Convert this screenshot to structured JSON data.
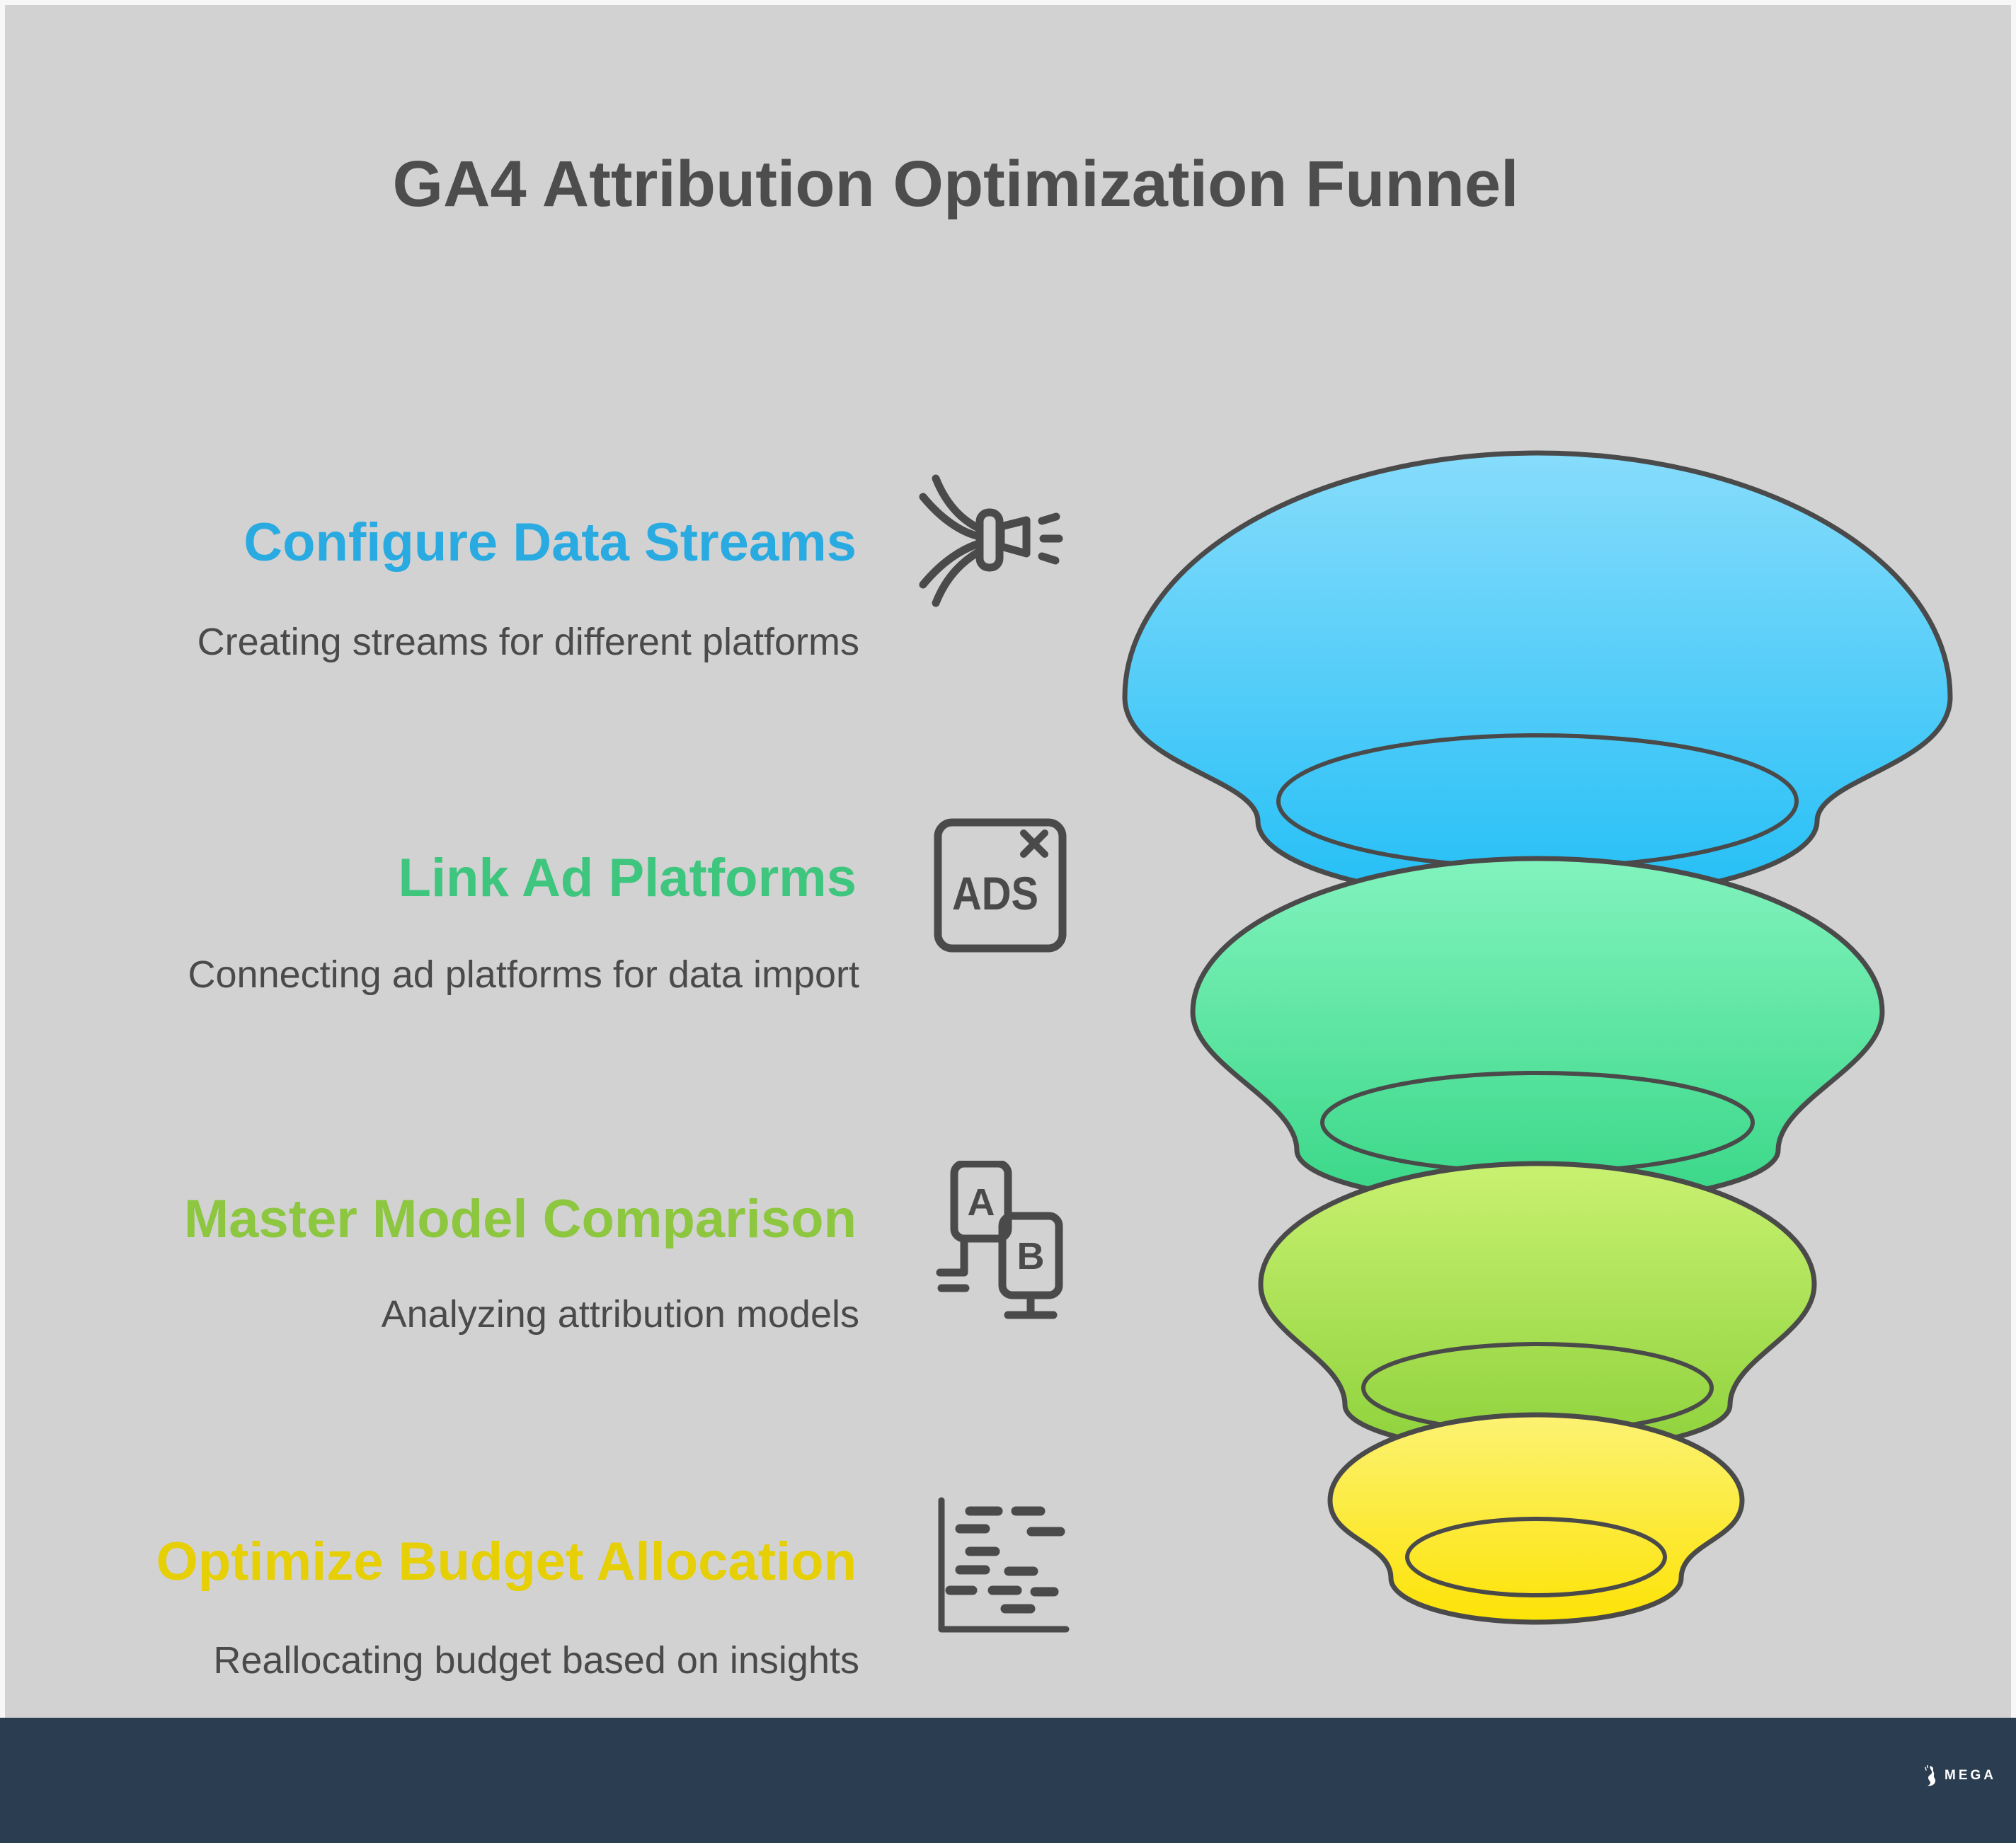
{
  "page": {
    "outer_bg": "#F7F7F8",
    "panel_bg": "#D2D2D2",
    "title": "GA4 Attribution Optimization Funnel",
    "title_color": "#4D4D4D"
  },
  "sections": [
    {
      "id": "configure-data-streams",
      "title": "Configure Data Streams",
      "subtitle": "Creating streams for different platforms",
      "accent": "#29ABE2",
      "icon": "data-streams-icon"
    },
    {
      "id": "link-ad-platforms",
      "title": "Link Ad Platforms",
      "subtitle": "Connecting ad platforms for data import",
      "accent": "#3EC57E",
      "icon": "ads-icon",
      "icon_text": "ADS"
    },
    {
      "id": "master-model-comparison",
      "title": "Master Model Comparison",
      "subtitle": "Analyzing attribution models",
      "accent": "#8DC63F",
      "icon": "ab-test-icon",
      "icon_text_a": "A",
      "icon_text_b": "B"
    },
    {
      "id": "optimize-budget-allocation",
      "title": "Optimize Budget Allocation",
      "subtitle": "Reallocating budget based on insights",
      "accent": "#E6CF04",
      "icon": "budget-chart-icon"
    }
  ],
  "funnel": {
    "outline_color": "#4A4A4A",
    "segments": [
      {
        "stage": "Configure Data Streams",
        "top_color": "#87DCFB",
        "bottom_color": "#24BFF6"
      },
      {
        "stage": "Link Ad Platforms",
        "top_color": "#82F3BE",
        "bottom_color": "#39D787"
      },
      {
        "stage": "Master Model Comparison",
        "top_color": "#C9F171",
        "bottom_color": "#8ED23C"
      },
      {
        "stage": "Optimize Budget Allocation",
        "top_color": "#FCF273",
        "bottom_color": "#FDE306"
      }
    ]
  },
  "footer": {
    "bg": "#2B3D50",
    "brand": "MEGA",
    "brand_color": "#FFFFFF"
  }
}
